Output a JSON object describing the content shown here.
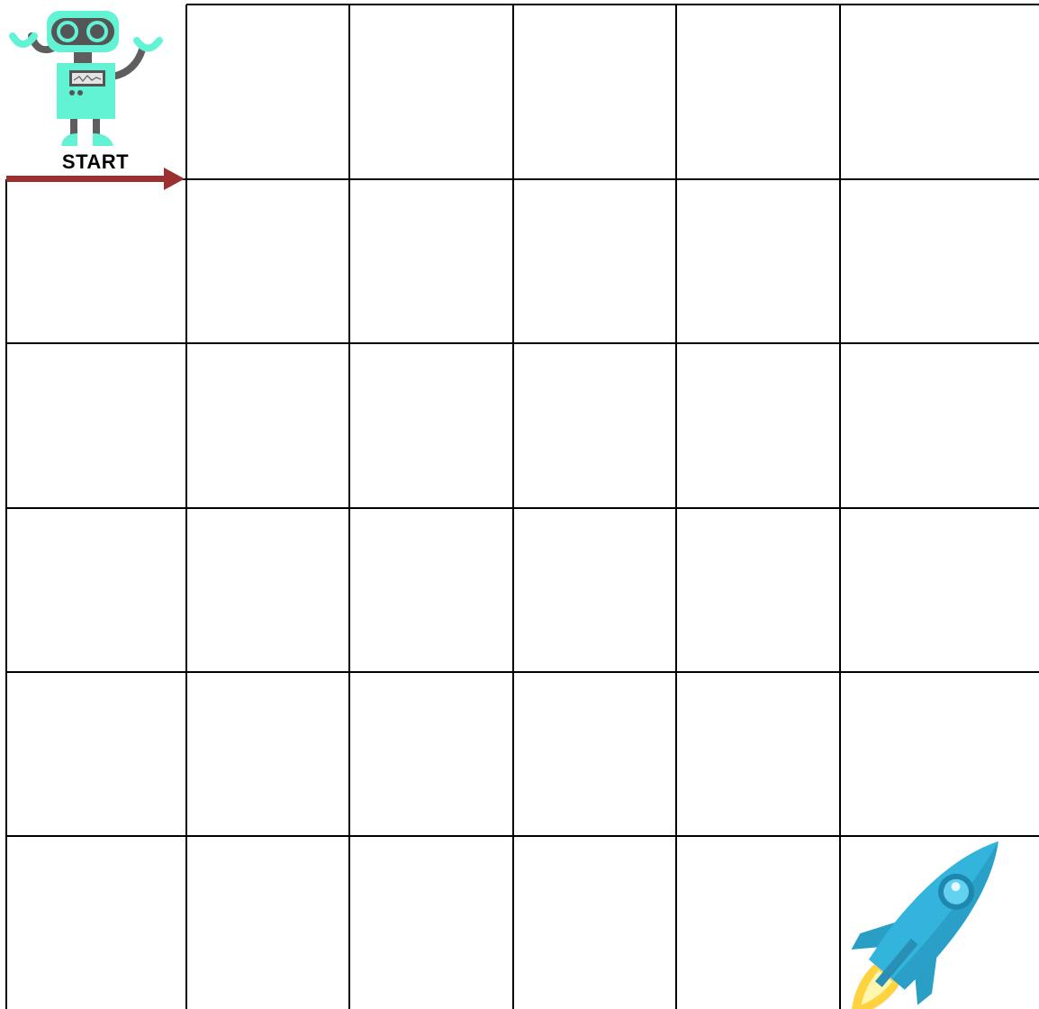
{
  "start_label": "START",
  "colors": {
    "grid_line": "#000000",
    "arrow": "#9b3030",
    "robot_body": "#62f3d4",
    "robot_dark": "#666666",
    "rocket_body": "#33b4dd",
    "rocket_flame": "#ffd23f"
  },
  "grid": {
    "rows": 6,
    "columns": 6,
    "top_left_cell_open": true
  },
  "icons": {
    "start": "robot-icon",
    "goal": "rocket-icon",
    "direction": "arrow-right-icon"
  }
}
